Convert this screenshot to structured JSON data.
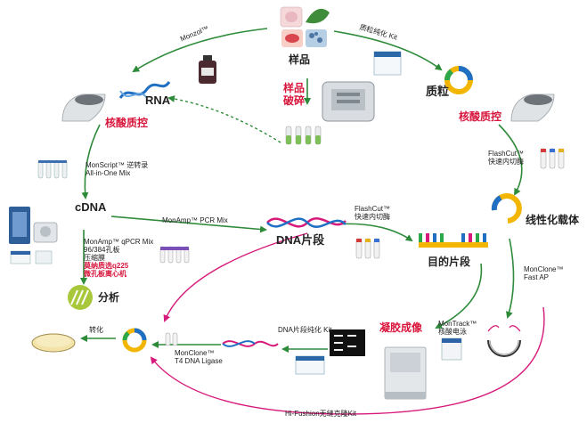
{
  "colors": {
    "arrow_green": "#2e8b3a",
    "arrow_magenta": "#d6197a",
    "highlight_red": "#d8163c",
    "rna_blue": "#1f6fc4"
  },
  "nodes": {
    "sample": "样品",
    "rna": "RNA",
    "cdna": "cDNA",
    "plasmid": "质粒",
    "linearized_vector": "线性化载体",
    "dna_fragment": "DNA片段",
    "target_fragment": "目的片段",
    "analysis": "分析"
  },
  "steps": {
    "sample_disruption": "样品\n破碎",
    "nucleic_acid_qc_left": "核酸质控",
    "nucleic_acid_qc_right": "核酸质控",
    "gel_imaging": "凝胶成像"
  },
  "labels": {
    "monzol": "Monzol™",
    "plasmid_kit": "质粒纯化 Kit",
    "monscript": "MonScript™ 逆转录\nAll-in-One Mix",
    "monamp_pcr": "MonAmp™ PCR Mix",
    "flashcut_top": "FlashCut™\n快速内切酶",
    "flashcut_mid": "FlashCut™\n快速内切酶",
    "monamp_qpcr": "MonAmp™ qPCR Mix\n96/384孔板\n压缩膜",
    "qpcr_red": "莫纳质选q225\n微孔板离心机",
    "monclone_fastap": "MonClone™\nFast AP",
    "montrack": "MonTrack™\n核酸电泳",
    "dna_purify_kit": "DNA片段纯化 Kit",
    "monclone_ligase": "MonClone™\nT4 DNA Ligase",
    "transform": "转化",
    "hifusion": "Hi-Fushion无缝克隆Kit"
  }
}
